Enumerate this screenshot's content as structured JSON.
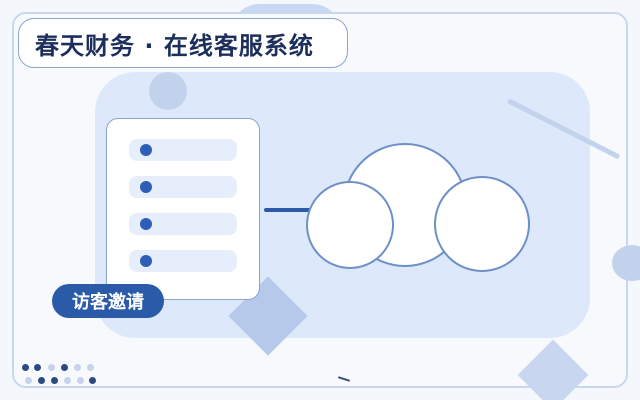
{
  "header": {
    "title": "春天财务 · 在线客服系统"
  },
  "list_card": {
    "row_count": 4
  },
  "actions": {
    "invite_label": "访客邀请"
  },
  "colors": {
    "primary": "#2b5aa8",
    "accent_light": "#dde9fb",
    "border": "#8aa3cf"
  },
  "icons": {
    "cloud": "cloud-icon",
    "list": "list-icon"
  }
}
